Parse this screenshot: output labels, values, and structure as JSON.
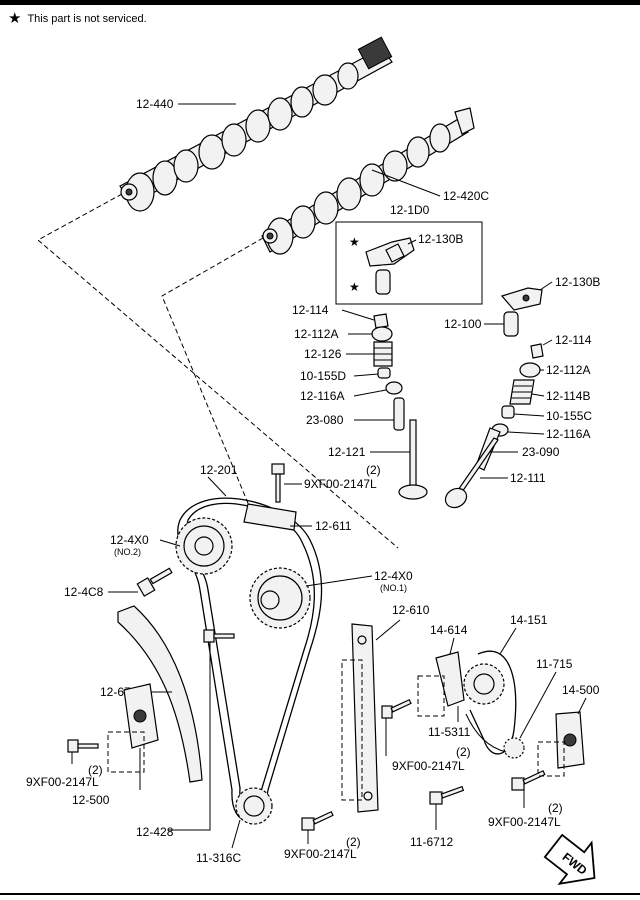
{
  "note": {
    "star": "★",
    "text": "This part is not serviced."
  },
  "labels": {
    "l_12_440": "12-440",
    "l_12_420c": "12-420C",
    "l_12_1d0": "12-1D0",
    "l_12_130b_a": "12-130B",
    "l_12_130b_b": "12-130B",
    "l_12_114_a": "12-114",
    "l_12_112a_a": "12-112A",
    "l_12_126": "12-126",
    "l_10_155d": "10-155D",
    "l_12_116a_a": "12-116A",
    "l_23_080": "23-080",
    "l_12_121": "12-121",
    "l_12_100": "12-100",
    "l_12_114_b": "12-114",
    "l_12_112a_b": "12-112A",
    "l_12_114b": "12-114B",
    "l_10_155c": "10-155C",
    "l_12_116a_b": "12-116A",
    "l_23_090": "23-090",
    "l_12_111": "12-111",
    "l_12_201": "12-201",
    "l_bolt_top_qty": "(2)",
    "l_bolt_top": "9XF00-2147L",
    "l_12_611": "12-611",
    "l_12_4x0_no2": "12-4X0",
    "l_no2": "(NO.2)",
    "l_12_4x0_no1": "12-4X0",
    "l_no1": "(NO.1)",
    "l_12_4c8": "12-4C8",
    "l_12_610": "12-610",
    "l_14_614": "14-614",
    "l_14_151": "14-151",
    "l_11_715": "11-715",
    "l_12_670": "12-670",
    "l_14_500": "14-500",
    "l_11_5311": "11-5311",
    "l_bolt_mid_qty": "(2)",
    "l_bolt_mid": "9XF00-2147L",
    "l_bolt_left_qty": "(2)",
    "l_bolt_left": "9XF00-2147L",
    "l_12_500": "12-500",
    "l_bolt_right_qty": "(2)",
    "l_bolt_right": "9XF00-2147L",
    "l_12_428": "12-428",
    "l_11_6712": "11-6712",
    "l_bolt_bottom_qty": "(2)",
    "l_bolt_bottom": "9XF00-2147L",
    "l_11_316c": "11-316C",
    "l_fwd": "FWD"
  },
  "colors": {
    "line": "#000000",
    "part_fill": "#f2f2f2",
    "background": "#ffffff"
  }
}
